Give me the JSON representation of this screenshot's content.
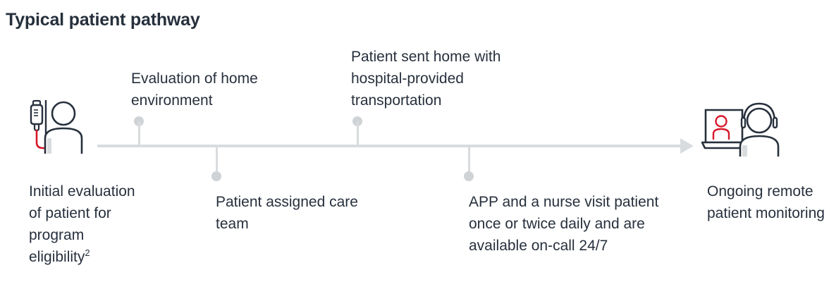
{
  "header": {
    "title": "Typical patient pathway"
  },
  "timeline": {
    "direction": "left-to-right",
    "axis_color": "#d9dcde",
    "marker_color": "#cfd3d6",
    "arrow_label": "timeline-arrow"
  },
  "icons": {
    "start": {
      "name": "patient-with-iv-icon",
      "description": "Patient with IV drip stand",
      "stroke_color": "#27303d",
      "accent_color": "#d7182a"
    },
    "end": {
      "name": "remote-monitoring-icon",
      "description": "Clinician with headset at laptop showing patient",
      "stroke_color": "#27303d",
      "accent_color": "#d7182a"
    }
  },
  "steps": [
    {
      "id": "initial-eval",
      "position": "below-start",
      "text": "Initial evaluation of patient for program eligibility",
      "footnote": "2",
      "has_marker": false
    },
    {
      "id": "home-eval",
      "position": "above",
      "text": "Evaluation of home environment",
      "has_marker": true
    },
    {
      "id": "care-team",
      "position": "below",
      "text": "Patient assigned care team",
      "has_marker": true
    },
    {
      "id": "transportation",
      "position": "above",
      "text": "Patient sent home with hospital-provided transportation",
      "has_marker": true
    },
    {
      "id": "app-nurse",
      "position": "below",
      "text": "APP and a nurse visit patient once or twice daily and are available on-call 24/7",
      "has_marker": true
    },
    {
      "id": "remote-monitoring",
      "position": "below-end",
      "text": "Ongoing remote patient monitoring",
      "has_marker": false
    }
  ],
  "colors": {
    "text": "#27303d",
    "accent_red": "#d7182a",
    "line_gray": "#d9dcde",
    "background": "#ffffff"
  }
}
